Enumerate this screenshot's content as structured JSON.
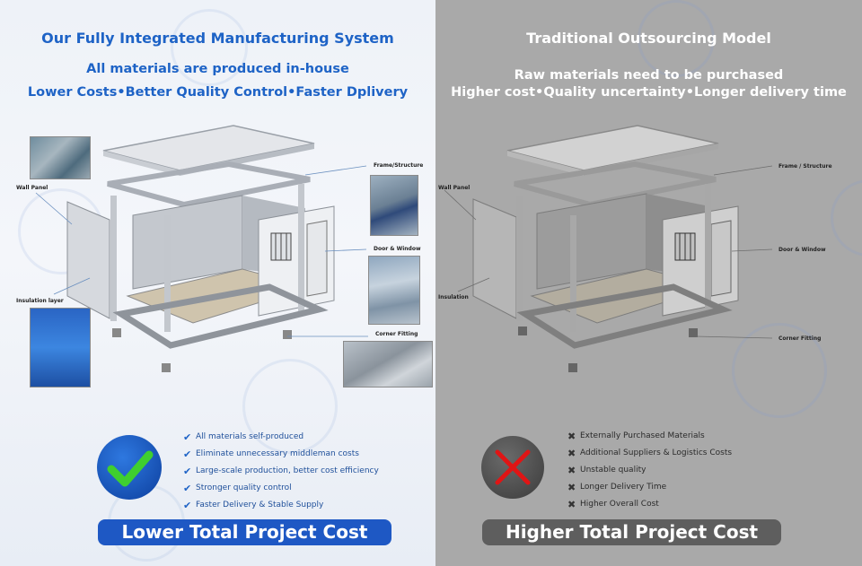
{
  "left": {
    "title": "Our Fully Integrated Manufacturing System",
    "subtitle": "All materials are produced in-house",
    "tagline": "Lower Costs•Better Quality Control•Faster Dplivery",
    "labels": {
      "frame": "Frame/Structure",
      "wall": "Wall Panel",
      "door": "Door & Window",
      "insulation": "Insulation layer",
      "corner": "Corner Fitting"
    },
    "benefits": [
      "All materials self-produced",
      "Eliminate unnecessary middleman costs",
      "Large-scale production, better cost efficiency",
      "Stronger quality control",
      "Faster Delivery & Stable Supply"
    ],
    "banner": "Lower Total Project Cost",
    "icon": "checkmark-icon",
    "accent": "#1e63c6",
    "check_color": "#3fcf2f"
  },
  "right": {
    "title": "Traditional Outsourcing Model",
    "subtitle": "Raw materials need to be purchased",
    "tagline": "Higher cost•Quality uncertainty•Longer delivery time",
    "labels": {
      "frame": "Frame / Structure",
      "wall": "Wall Panel",
      "door": "Door & Window",
      "insulation": "Insulation",
      "corner": "Corner Fitting"
    },
    "drawbacks": [
      "Externally Purchased Materials",
      "Additional Suppliers & Logistics Costs",
      "Unstable quality",
      "Longer Delivery Time",
      "Higher Overall Cost"
    ],
    "banner": "Higher Total Project Cost",
    "icon": "cross-icon",
    "banner_color": "#5e5e5e",
    "cross_color": "#e01515"
  },
  "marks": {
    "check": "✔",
    "cross": "✖"
  }
}
